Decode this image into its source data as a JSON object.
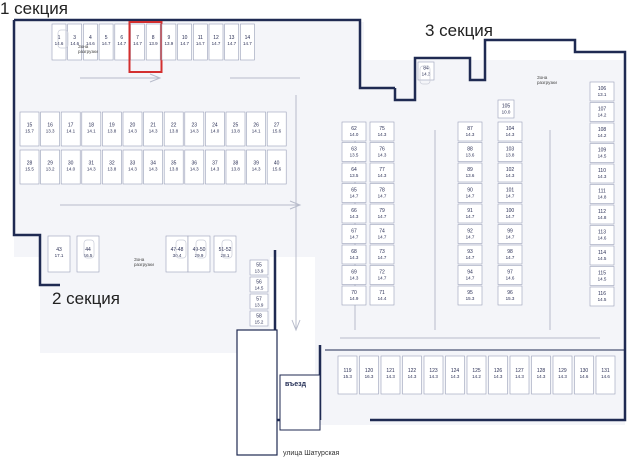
{
  "sections": {
    "s1": "1 секция",
    "s2": "2 секция",
    "s3": "3 секция"
  },
  "labels": {
    "entry": "въезд",
    "street": "улица Шатурская",
    "unload": "Зона разгрузки"
  },
  "colors": {
    "wall": "#1f2a52",
    "spot_fill": "#ffffff",
    "spot_stroke": "#9aa0b8",
    "floor": "#eef0f6",
    "highlight": "#d32f2f",
    "arrow": "#b8bccb"
  },
  "highlighted_spot": "7",
  "spots": [
    {
      "n": "1",
      "a": "14.6",
      "g": "top"
    },
    {
      "n": "3",
      "a": "14.6",
      "g": "top"
    },
    {
      "n": "4",
      "a": "14.6",
      "g": "top"
    },
    {
      "n": "5",
      "a": "14.7",
      "g": "top"
    },
    {
      "n": "6",
      "a": "14.7",
      "g": "top"
    },
    {
      "n": "7",
      "a": "14.7",
      "g": "top"
    },
    {
      "n": "8",
      "a": "13.9",
      "g": "top"
    },
    {
      "n": "9",
      "a": "13.9",
      "g": "top"
    },
    {
      "n": "10",
      "a": "14.7",
      "g": "top"
    },
    {
      "n": "11",
      "a": "14.7",
      "g": "top"
    },
    {
      "n": "12",
      "a": "14.7",
      "g": "top"
    },
    {
      "n": "13",
      "a": "14.7",
      "g": "top"
    },
    {
      "n": "14",
      "a": "14.7",
      "g": "top"
    },
    {
      "n": "15",
      "a": "15.7",
      "g": "r1"
    },
    {
      "n": "16",
      "a": "13.3",
      "g": "r1"
    },
    {
      "n": "17",
      "a": "14.1",
      "g": "r1"
    },
    {
      "n": "18",
      "a": "14.1",
      "g": "r1"
    },
    {
      "n": "19",
      "a": "13.8",
      "g": "r1"
    },
    {
      "n": "20",
      "a": "14.3",
      "g": "r1"
    },
    {
      "n": "21",
      "a": "14.3",
      "g": "r1"
    },
    {
      "n": "22",
      "a": "13.8",
      "g": "r1"
    },
    {
      "n": "23",
      "a": "14.3",
      "g": "r1"
    },
    {
      "n": "24",
      "a": "14.0",
      "g": "r1"
    },
    {
      "n": "25",
      "a": "13.8",
      "g": "r1"
    },
    {
      "n": "26",
      "a": "14.1",
      "g": "r1"
    },
    {
      "n": "27",
      "a": "15.6",
      "g": "r1"
    },
    {
      "n": "28",
      "a": "15.5",
      "g": "r2"
    },
    {
      "n": "29",
      "a": "13.2",
      "g": "r2"
    },
    {
      "n": "30",
      "a": "14.0",
      "g": "r2"
    },
    {
      "n": "31",
      "a": "14.3",
      "g": "r2"
    },
    {
      "n": "32",
      "a": "13.8",
      "g": "r2"
    },
    {
      "n": "33",
      "a": "14.3",
      "g": "r2"
    },
    {
      "n": "34",
      "a": "14.3",
      "g": "r2"
    },
    {
      "n": "35",
      "a": "13.8",
      "g": "r2"
    },
    {
      "n": "36",
      "a": "14.3",
      "g": "r2"
    },
    {
      "n": "37",
      "a": "14.3",
      "g": "r2"
    },
    {
      "n": "38",
      "a": "13.8",
      "g": "r2"
    },
    {
      "n": "39",
      "a": "14.3",
      "g": "r2"
    },
    {
      "n": "40",
      "a": "15.6",
      "g": "r2"
    },
    {
      "n": "43",
      "a": "17.1",
      "g": "s2"
    },
    {
      "n": "44",
      "a": "16.5",
      "g": "s2"
    },
    {
      "n": "47-48",
      "a": "30.4",
      "g": "s2"
    },
    {
      "n": "49-50",
      "a": "29.9",
      "g": "s2"
    },
    {
      "n": "51-52",
      "a": "28.1",
      "g": "s2"
    },
    {
      "n": "55",
      "a": "13.9",
      "g": "col58"
    },
    {
      "n": "56",
      "a": "14.5",
      "g": "col58"
    },
    {
      "n": "57",
      "a": "13.9",
      "g": "col58"
    },
    {
      "n": "58",
      "a": "15.2",
      "g": "col58"
    },
    {
      "n": "62",
      "a": "14.0",
      "g": "c62"
    },
    {
      "n": "63",
      "a": "13.5",
      "g": "c62"
    },
    {
      "n": "64",
      "a": "13.5",
      "g": "c62"
    },
    {
      "n": "65",
      "a": "14.7",
      "g": "c62"
    },
    {
      "n": "66",
      "a": "14.3",
      "g": "c62"
    },
    {
      "n": "67",
      "a": "14.7",
      "g": "c62"
    },
    {
      "n": "68",
      "a": "14.3",
      "g": "c62"
    },
    {
      "n": "69",
      "a": "14.3",
      "g": "c62"
    },
    {
      "n": "70",
      "a": "14.9",
      "g": "c62"
    },
    {
      "n": "75",
      "a": "14.3",
      "g": "c75"
    },
    {
      "n": "76",
      "a": "14.3",
      "g": "c75"
    },
    {
      "n": "77",
      "a": "14.3",
      "g": "c75"
    },
    {
      "n": "78",
      "a": "14.7",
      "g": "c75"
    },
    {
      "n": "79",
      "a": "14.7",
      "g": "c75"
    },
    {
      "n": "74",
      "a": "14.7",
      "g": "c75"
    },
    {
      "n": "73",
      "a": "14.7",
      "g": "c75"
    },
    {
      "n": "72",
      "a": "14.7",
      "g": "c75"
    },
    {
      "n": "71",
      "a": "14.4",
      "g": "c75"
    },
    {
      "n": "87",
      "a": "14.3",
      "g": "c87"
    },
    {
      "n": "88",
      "a": "13.6",
      "g": "c87"
    },
    {
      "n": "89",
      "a": "13.6",
      "g": "c87"
    },
    {
      "n": "90",
      "a": "14.7",
      "g": "c87"
    },
    {
      "n": "91",
      "a": "14.7",
      "g": "c87"
    },
    {
      "n": "92",
      "a": "14.7",
      "g": "c87"
    },
    {
      "n": "93",
      "a": "14.7",
      "g": "c87"
    },
    {
      "n": "94",
      "a": "14.7",
      "g": "c87"
    },
    {
      "n": "95",
      "a": "15.3",
      "g": "c87"
    },
    {
      "n": "104",
      "a": "14.3",
      "g": "c104"
    },
    {
      "n": "103",
      "a": "13.8",
      "g": "c104"
    },
    {
      "n": "102",
      "a": "14.3",
      "g": "c104"
    },
    {
      "n": "101",
      "a": "14.7",
      "g": "c104"
    },
    {
      "n": "100",
      "a": "14.7",
      "g": "c104"
    },
    {
      "n": "99",
      "a": "14.7",
      "g": "c104"
    },
    {
      "n": "98",
      "a": "14.7",
      "g": "c104"
    },
    {
      "n": "97",
      "a": "14.6",
      "g": "c104"
    },
    {
      "n": "96",
      "a": "15.3",
      "g": "c104"
    },
    {
      "n": "106",
      "a": "13.1",
      "g": "c106"
    },
    {
      "n": "107",
      "a": "14.2",
      "g": "c106"
    },
    {
      "n": "108",
      "a": "14.2",
      "g": "c106"
    },
    {
      "n": "109",
      "a": "14.5",
      "g": "c106"
    },
    {
      "n": "110",
      "a": "14.3",
      "g": "c106"
    },
    {
      "n": "111",
      "a": "14.8",
      "g": "c106"
    },
    {
      "n": "112",
      "a": "14.8",
      "g": "c106"
    },
    {
      "n": "113",
      "a": "14.6",
      "g": "c106"
    },
    {
      "n": "114",
      "a": "14.5",
      "g": "c106"
    },
    {
      "n": "115",
      "a": "14.5",
      "g": "c106"
    },
    {
      "n": "116",
      "a": "14.5",
      "g": "c106"
    },
    {
      "n": "119",
      "a": "15.3",
      "g": "bot"
    },
    {
      "n": "120",
      "a": "16.3",
      "g": "bot"
    },
    {
      "n": "121",
      "a": "14.3",
      "g": "bot"
    },
    {
      "n": "122",
      "a": "14.3",
      "g": "bot"
    },
    {
      "n": "123",
      "a": "14.3",
      "g": "bot"
    },
    {
      "n": "124",
      "a": "14.3",
      "g": "bot"
    },
    {
      "n": "125",
      "a": "14.2",
      "g": "bot"
    },
    {
      "n": "126",
      "a": "14.3",
      "g": "bot"
    },
    {
      "n": "127",
      "a": "14.3",
      "g": "bot"
    },
    {
      "n": "128",
      "a": "14.3",
      "g": "bot"
    },
    {
      "n": "129",
      "a": "14.3",
      "g": "bot"
    },
    {
      "n": "130",
      "a": "14.6",
      "g": "bot"
    },
    {
      "n": "131",
      "a": "14.6",
      "g": "bot"
    },
    {
      "n": "84",
      "a": "14.3",
      "g": "misc"
    },
    {
      "n": "105",
      "a": "10.0",
      "g": "misc"
    }
  ]
}
